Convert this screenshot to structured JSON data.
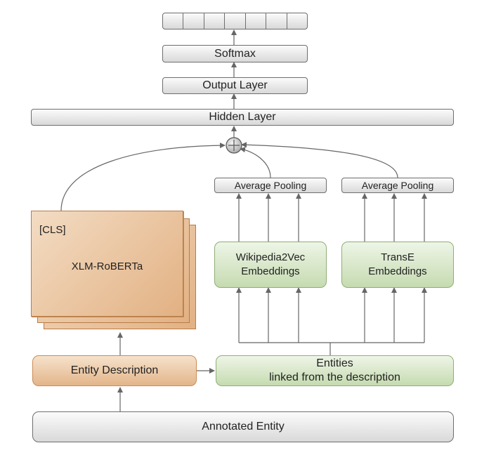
{
  "output_cells": 7,
  "softmax": "Softmax",
  "output_layer": "Output Layer",
  "hidden_layer": "Hidden Layer",
  "pooling_left": "Average Pooling",
  "pooling_right": "Average Pooling",
  "cls_label": "[CLS]",
  "encoder": "XLM-RoBERTa",
  "wiki_embeddings": "Wikipedia2Vec\nEmbeddings",
  "transe_embeddings": "TransE\nEmbeddings",
  "entity_description": "Entity Description",
  "linked_entities": "Entities\nlinked from the description",
  "annotated_entity": "Annotated Entity",
  "colors": {
    "gray_fill": "#e6e6e6",
    "green_fill": "#d4e4c4",
    "orange_fill": "#edc9a5",
    "line": "#666666"
  }
}
